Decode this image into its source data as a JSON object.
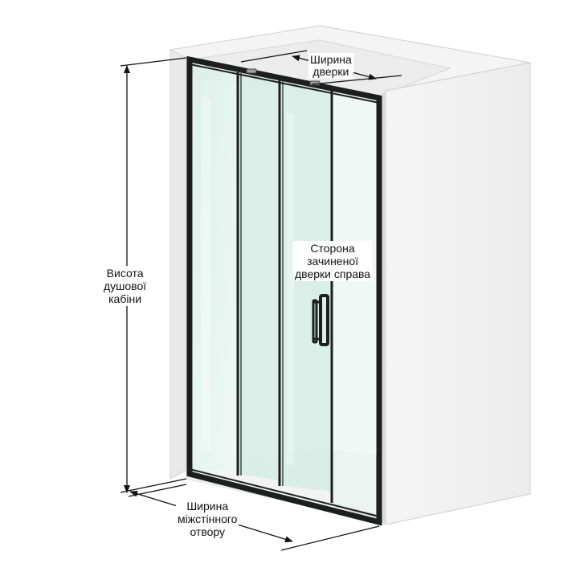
{
  "labels": {
    "door_width": [
      "Ширина",
      "дверки"
    ],
    "closed_side": [
      "Сторона",
      "зачиненої",
      "дверки справа"
    ],
    "cabin_height": [
      "Висота",
      "душової",
      "кабіни"
    ],
    "opening_width": [
      "Ширина",
      "міжстінного",
      "отвору"
    ]
  },
  "colors": {
    "wall": "#f2f2f2",
    "wall_shadow": "#e4e4e4",
    "frame": "#1c1f1e",
    "glass": "#dff0ea",
    "glass_edge": "#b9d8cc",
    "dimension": "#111111"
  }
}
